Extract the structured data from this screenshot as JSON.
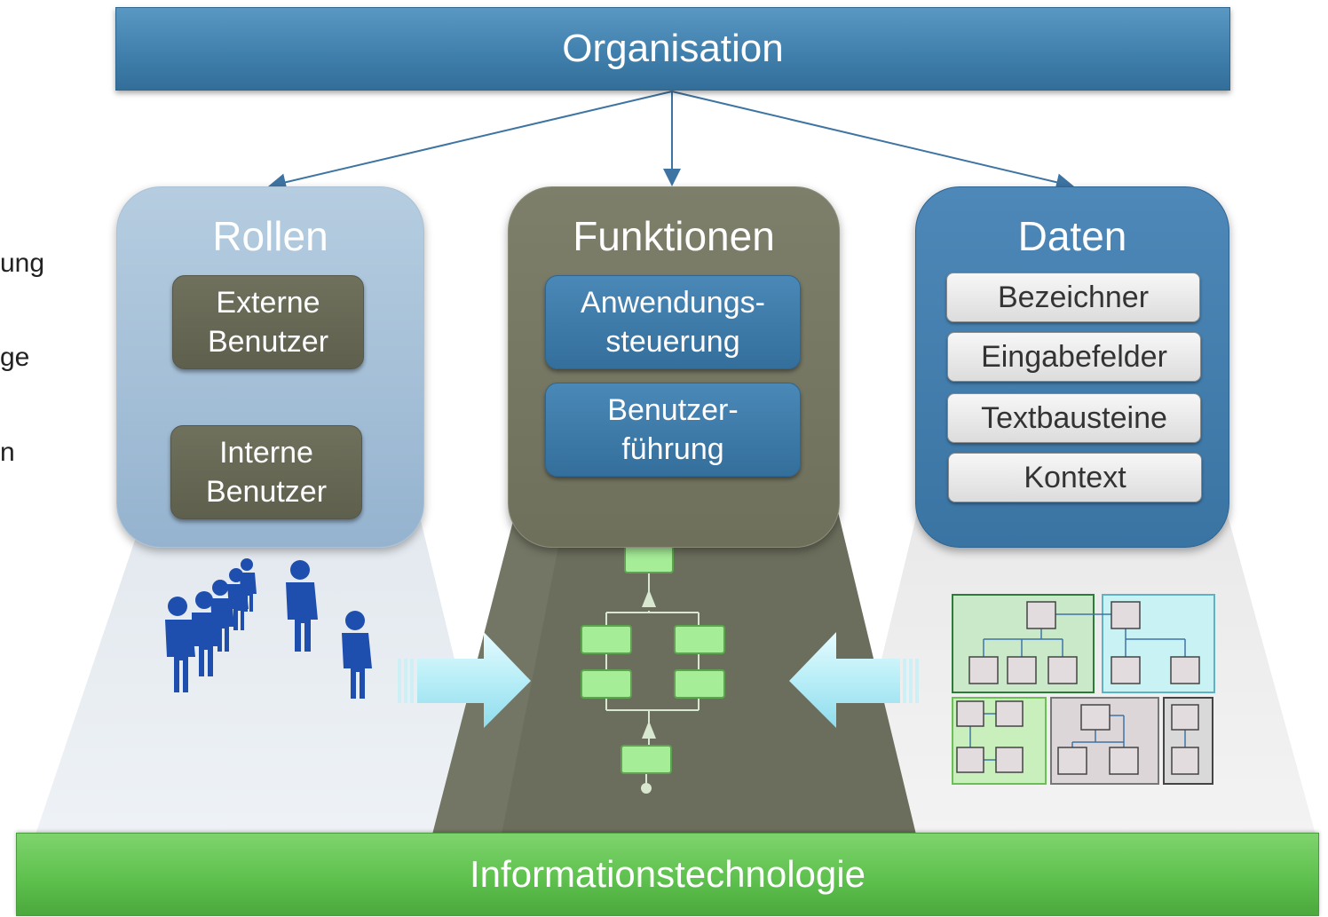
{
  "left_cut_text": [
    "ung",
    "ge",
    "n"
  ],
  "organisation": {
    "label": "Organisation"
  },
  "panels": {
    "rollen": {
      "title": "Rollen",
      "items": [
        "Externe\nBenutzer",
        "Interne\nBenutzer"
      ]
    },
    "funktionen": {
      "title": "Funktionen",
      "items": [
        "Anwendungs-\nsteuerung",
        "Benutzer-\nführung"
      ]
    },
    "daten": {
      "title": "Daten",
      "items": [
        "Bezeichner",
        "Eingabefelder",
        "Textbausteine",
        "Kontext"
      ]
    }
  },
  "it_bar": {
    "label": "Informationstechnologie"
  },
  "icons": {
    "people": "user-group-icon",
    "workflow": "workflow-diagram-icon",
    "data_model": "data-model-icon",
    "arrow_left": "arrow-right-icon",
    "arrow_right": "arrow-left-icon"
  },
  "colors": {
    "organisation": "#4a88b7",
    "it": "#5cbf4c",
    "rollen": "#a5c0d8",
    "funktionen": "#75776a",
    "daten": "#3f7aaa"
  }
}
